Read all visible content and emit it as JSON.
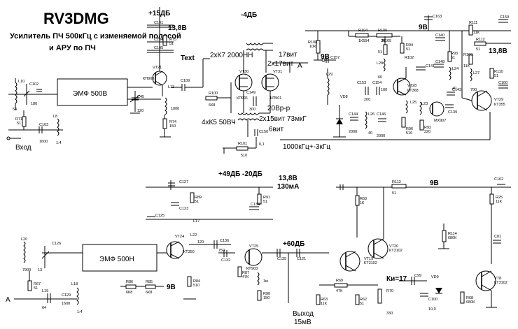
{
  "title": "RV3DMG",
  "subtitle_line1": "Усилитель ПЧ 500кГц с изменяемой полосой",
  "subtitle_line2": "и АРУ по ПЧ",
  "top": {
    "supply_15": "+15ДБ",
    "supply_138": "13,8В",
    "minus4": "-4ДБ",
    "text_label": "Text",
    "trafo1": "2хК7 2000НН",
    "trafo1_w1": "17вит",
    "trafo1_w2": "2х17вит",
    "trafo2": "4хК5 50ВЧ",
    "trafo2_w1": "20Вр-р",
    "trafo2_w2": "2х15вит 73мкГ",
    "trafo2_w3": "6вит",
    "band": "1000кГц+-3кГц",
    "filter": "ЭМФ 500В",
    "input": "Вход",
    "rail_9v": "9В",
    "rail_9v_b": "9В",
    "rail_138_r": "13,8В",
    "point_a": "А"
  },
  "bottom": {
    "gain": "+49ДБ -20ДБ",
    "supply": "13,8В",
    "current": "130мА",
    "plus60": "+60ДБ",
    "filter": "ЭМФ 500Н",
    "rail_9v": "9В",
    "rail_9v_mid": "9В",
    "ki": "Ки=17",
    "out1": "Выход",
    "out2": "15мВ",
    "point_a": "А"
  },
  "labels": {
    "C101": "C101",
    "C104": "C104",
    "C105": "C105",
    "R75": "R75",
    "R75v": "51",
    "VT21": "VT21",
    "VT21t": "КП903",
    "L11": "L11",
    "L11v": "1000",
    "R74": "R74",
    "R74v": "150",
    "C109": "C109",
    "C45": "C45",
    "C45v": "120",
    "L10": "L10",
    "C102": "C102",
    "C102v": "180",
    "R71": "R71",
    "R71v": "51",
    "C103": "C103",
    "C103v": "1600",
    "L8": "L8",
    "L8v": "1:4",
    "v54": "54",
    "R100": "R100",
    "R100v": "6К8",
    "C149": "C149",
    "C149v": "300",
    "VT30": "VT30",
    "VT31": "VT31",
    "KP901": "КП901",
    "R101": "R101",
    "R101v": "510",
    "C150": "C150",
    "C150v": "0,1",
    "R108": "R108",
    "R108v": "10К",
    "C157": "C157",
    "R104": "R104",
    "R104v": "1К554",
    "R106": "R106",
    "R106v": "2К",
    "C163": "C163",
    "R105": "R105",
    "R105v": "51",
    "L28": "L28",
    "L28v": "60",
    "R94": "R94",
    "R94v": "51",
    "R102": "R102",
    "L29": "L29",
    "VD8": "VD8",
    "C153": "C153",
    "C153v": "200",
    "C154": "C154",
    "C154v": "100",
    "C144": "C144",
    "C144v": "2000",
    "L26": "L26",
    "L26v": "40",
    "C146": "C146",
    "C146v": "2000",
    "VT28": "VT28",
    "VT28t": "КТ368",
    "L25": "L25",
    "R96": "R96",
    "R96v": "510",
    "L23": "L23",
    "R92": "R92",
    "R92v": "220",
    "C140": "C140",
    "C141": "C141",
    "C148": "C148",
    "R93": "R93",
    "R93v": "51",
    "L24": "L24",
    "C143": "C143",
    "C143v": "40",
    "C139": "C139",
    "MX907": "МХ907",
    "R111": "R111",
    "R111v": "11К",
    "R112": "R112",
    "R112v": "51",
    "R109": "R109",
    "R109v": "11К",
    "L27": "L27",
    "R110": "R110",
    "R110v": "51",
    "C159": "C159",
    "C160": "C160",
    "VT29": "VT29",
    "VT29t": "КТ355",
    "n700": "700",
    "C127": "C127",
    "R89": "R89",
    "R89v": "51",
    "R91": "R91",
    "R91v": "51",
    "C123": "C123",
    "C134": "C134",
    "C125": "C125",
    "L17": "L17",
    "VT24": "VT24",
    "KT350": "КТ350",
    "C136": "C136",
    "C136v": "750",
    "L22": "L22",
    "L22v": "120",
    "C132": "C132",
    "VT25": "VT25",
    "KP903": "КП903",
    "R84": "R84",
    "R84v": "510",
    "R87": "R87",
    "R87v": "47К",
    "L20": "L20",
    "L20v": "7900",
    "C126": "C126",
    "C126v": "13",
    "R67": "R67",
    "R67v": "51",
    "L19": "L19",
    "C129": "C129",
    "C129v": "1600",
    "L18": "L18",
    "L18v": "1:4",
    "v64": "64",
    "R86": "R86",
    "R86v": "6К8",
    "R85": "R85",
    "R85v": "6К8",
    "R90": "R90",
    "R90v": "150",
    "n1m": "1м",
    "C135": "C135",
    "C121": "C121",
    "R113": "R113",
    "R113v": "51",
    "C162": "C162",
    "R60": "R60",
    "R60v": "1К",
    "R25": "R25",
    "R25v": "11К",
    "VT19": "VT19",
    "VT19t": "КТ3102",
    "VT20": "VT20",
    "VT20t": "КТ3102",
    "R69": "R69",
    "R69v": "47К",
    "R63": "R63",
    "R63v": "11К",
    "R62": "R62",
    "R62v": "51",
    "R70": "R70",
    "R70v": "330",
    "C99": "C99",
    "VD9": "VD9",
    "C100": "C100",
    "C100v": "10,0",
    "R114": "R114",
    "R114v": "680К",
    "C81": "C81",
    "R68": "R68",
    "R68v": "680К",
    "VT8": "VT8",
    "VT8t": "КТ3102"
  }
}
